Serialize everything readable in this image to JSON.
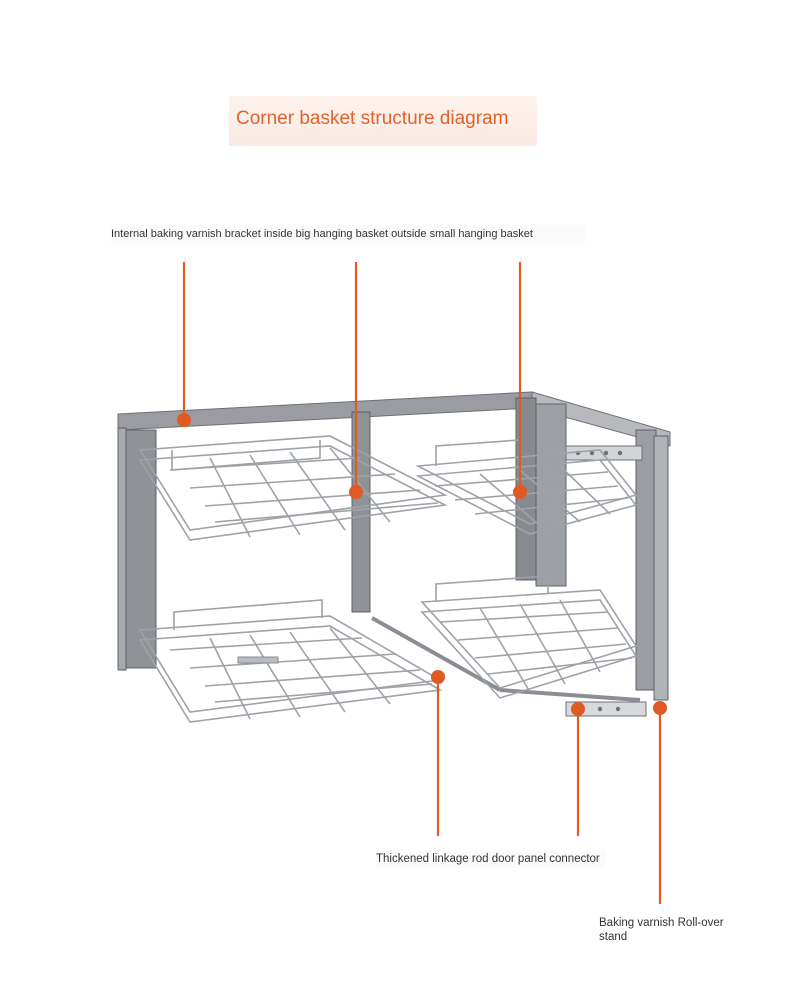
{
  "title": "Corner basket structure diagram",
  "labels": {
    "top": "Internal baking varnish bracket inside big hanging basket outside small hanging basket",
    "middle": "Thickened linkage rod door panel connector",
    "bottom": "Baking varnish Roll-over stand"
  },
  "colors": {
    "accent": "#e05a24",
    "frame": "#8d9096",
    "frame_dark": "#5e6166",
    "chrome": "#a9acb1"
  }
}
